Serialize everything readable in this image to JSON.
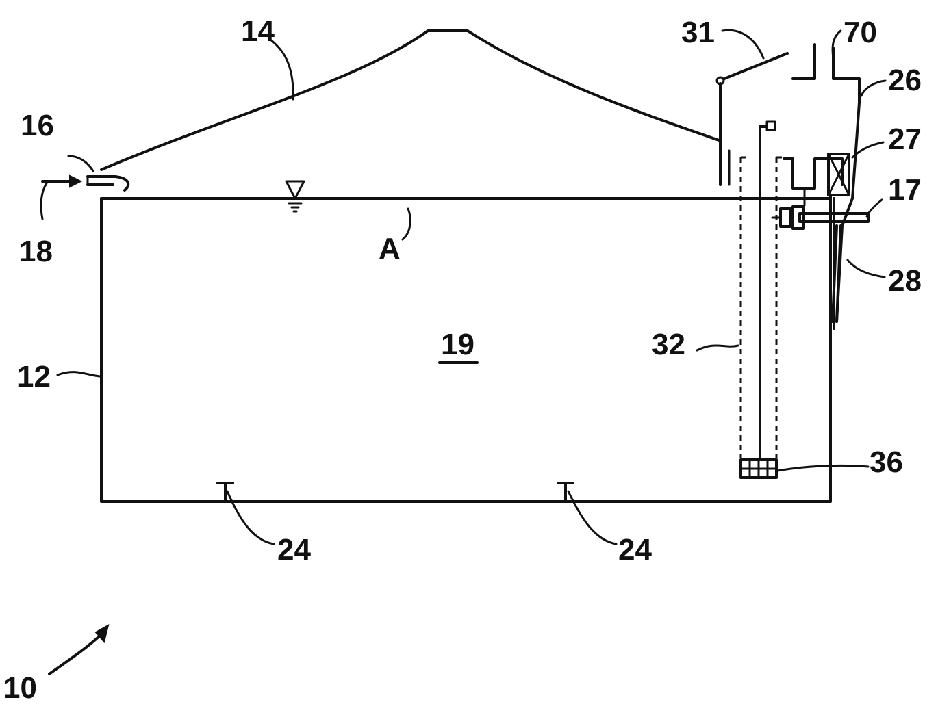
{
  "figure": {
    "labels": {
      "ref_10": "10",
      "ref_12": "12",
      "ref_14": "14",
      "ref_16": "16",
      "ref_17": "17",
      "ref_18": "18",
      "ref_19": "19",
      "ref_24_left": "24",
      "ref_24_right": "24",
      "ref_26": "26",
      "ref_27": "27",
      "ref_28": "28",
      "ref_31": "31",
      "ref_32": "32",
      "ref_36": "36",
      "ref_70": "70",
      "water_level": "A"
    }
  }
}
